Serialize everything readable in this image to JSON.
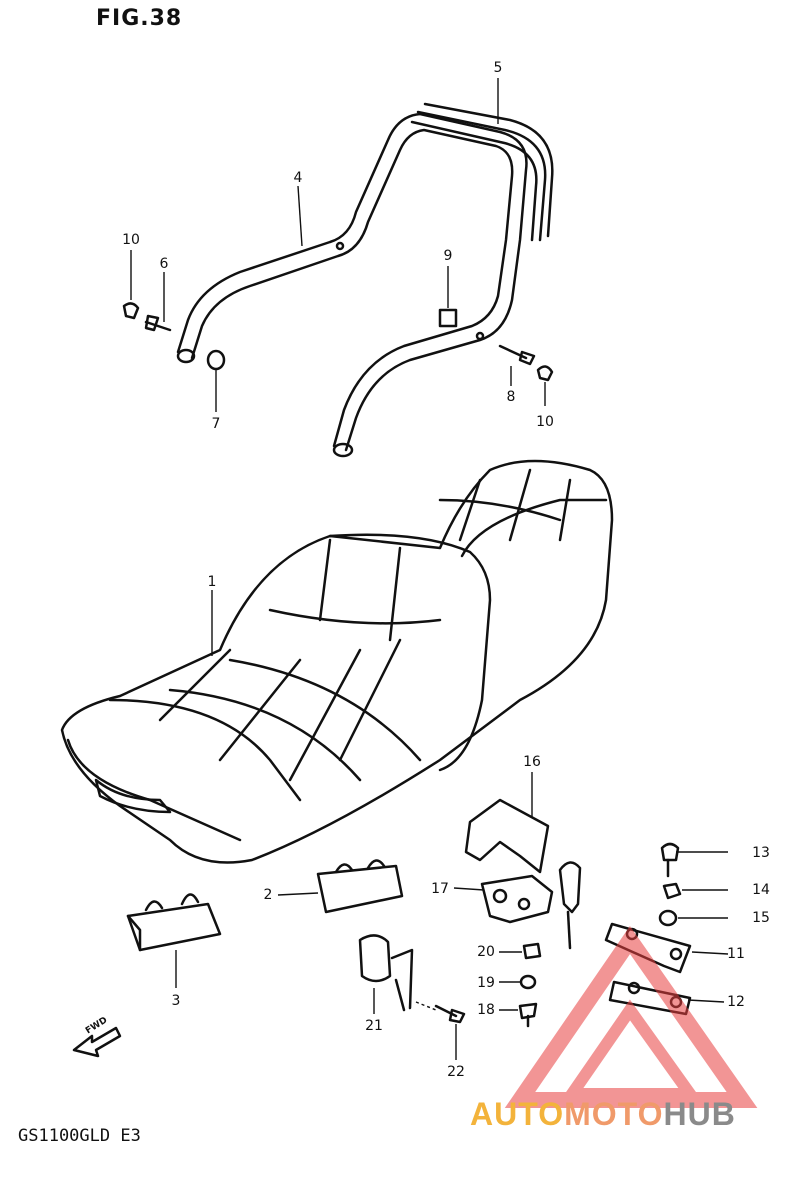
{
  "figure": {
    "title": "FIG.38",
    "model_code": "GS1100GLD E3",
    "forward_label": "FWD"
  },
  "callouts": {
    "c1": "1",
    "c2": "2",
    "c3": "3",
    "c4": "4",
    "c5": "5",
    "c6": "6",
    "c7": "7",
    "c8": "8",
    "c9": "9",
    "c10a": "10",
    "c10b": "10",
    "c11": "11",
    "c12": "12",
    "c13": "13",
    "c14": "14",
    "c15": "15",
    "c16": "16",
    "c17": "17",
    "c18": "18",
    "c19": "19",
    "c20": "20",
    "c21": "21",
    "c22": "22"
  },
  "watermark": {
    "part1": "AUTO",
    "part2": "MOTO",
    "part3": "HUB",
    "colors": {
      "triangle": "#e84040",
      "auto": "#f3b33b",
      "moto": "#f09a6a",
      "hub": "#8a8a8a"
    }
  }
}
